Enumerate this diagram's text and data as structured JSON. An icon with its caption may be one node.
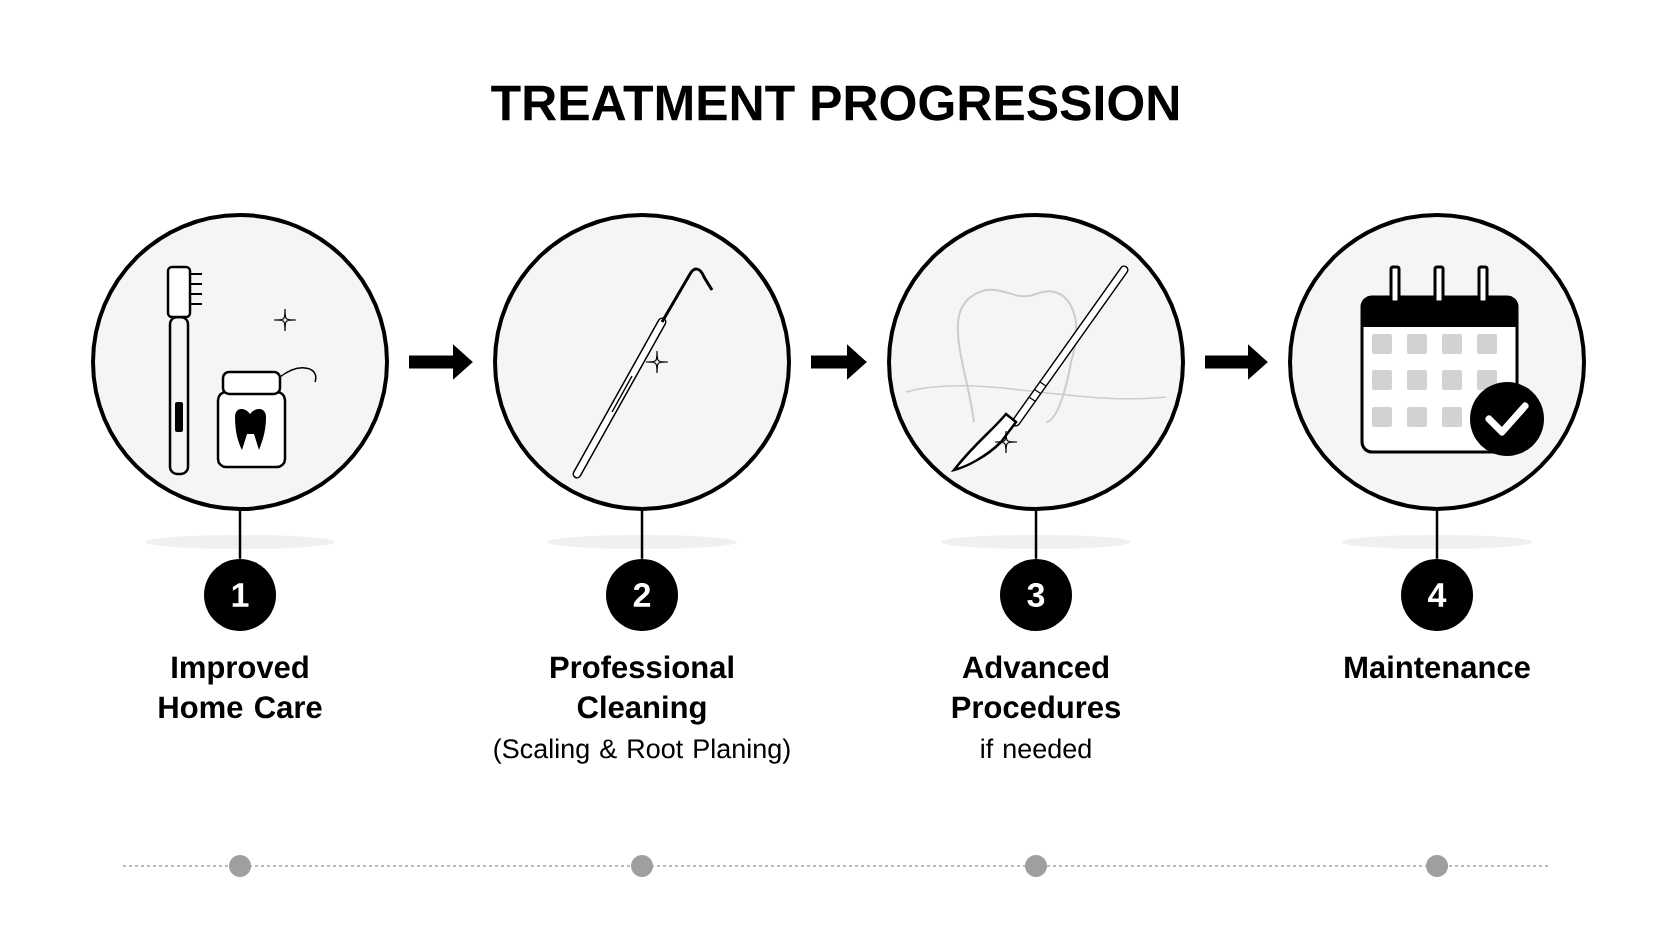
{
  "diagram": {
    "title": "TREATMENT PROGRESSION",
    "nodes": [
      {
        "text": [],
        "shape": "picture"
      },
      {
        "text": [],
        "shape": "picture"
      },
      {
        "text": [],
        "shape": "picture"
      },
      {
        "text": [],
        "shape": "picture"
      },
      {
        "text": [
          "1"
        ],
        "beside": [
          "Improved Home Care"
        ]
      },
      {
        "text": [
          "2"
        ],
        "beside": [
          "Professional Cleaning",
          "(Scaling & Root Planing)"
        ]
      },
      {
        "text": [
          "3"
        ],
        "beside": [
          "Advanced Procedures",
          "if needed"
        ]
      },
      {
        "text": [
          "4"
        ],
        "beside": [
          "Maintenance"
        ]
      }
    ],
    "edges": [
      {
        "from": 0,
        "to": 1,
        "arrow": "to",
        "style": "thick"
      },
      {
        "from": 1,
        "to": 2,
        "arrow": "to",
        "style": "thick"
      },
      {
        "from": 2,
        "to": 3,
        "arrow": "to",
        "style": "thick"
      },
      {
        "from": 0,
        "to": 4,
        "arrow": "none"
      },
      {
        "from": 1,
        "to": 5,
        "arrow": "none"
      },
      {
        "from": 2,
        "to": 6,
        "arrow": "none"
      },
      {
        "from": 3,
        "to": 7,
        "arrow": "none"
      }
    ]
  }
}
